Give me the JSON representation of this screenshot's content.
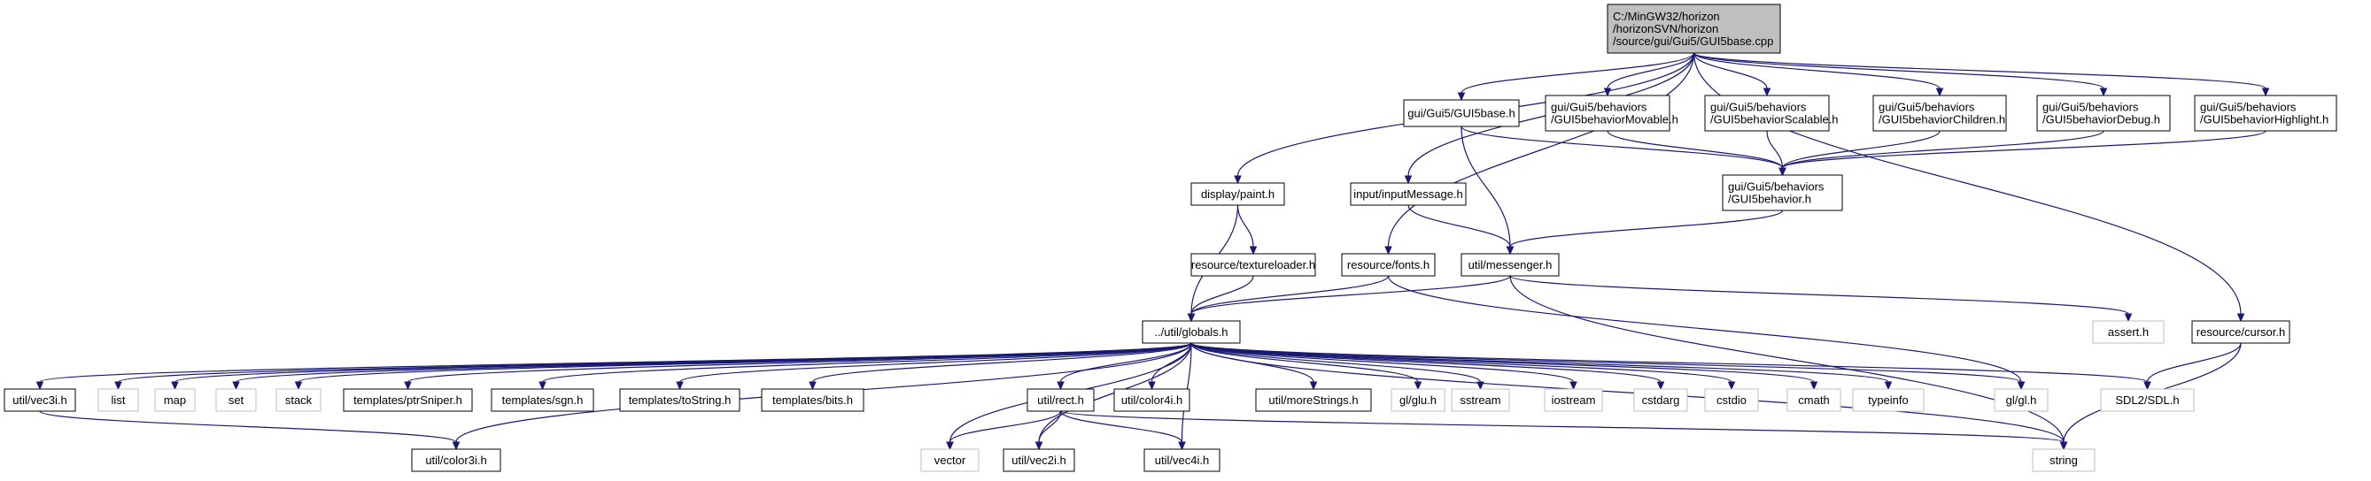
{
  "diagram": {
    "colors": {
      "edge": "#191970",
      "root_fill": "#bfbfbf",
      "header_border": "#000000",
      "external_border": "#bfbfbf",
      "node_fill": "#ffffff",
      "text": "#000000"
    },
    "nodes": [
      {
        "id": "root",
        "lines": [
          "C:/MinGW32/horizon",
          "/horizonSVN/horizon",
          "/source/gui/Gui5/GUI5base.cpp"
        ],
        "kind": "root"
      },
      {
        "id": "gui5base_h",
        "lines": [
          "gui/Gui5/GUI5base.h"
        ],
        "kind": "header"
      },
      {
        "id": "movable",
        "lines": [
          "gui/Gui5/behaviors",
          "/GUI5behaviorMovable.h"
        ],
        "kind": "header"
      },
      {
        "id": "scalable",
        "lines": [
          "gui/Gui5/behaviors",
          "/GUI5behaviorScalable.h"
        ],
        "kind": "header"
      },
      {
        "id": "children",
        "lines": [
          "gui/Gui5/behaviors",
          "/GUI5behaviorChildren.h"
        ],
        "kind": "header"
      },
      {
        "id": "debug",
        "lines": [
          "gui/Gui5/behaviors",
          "/GUI5behaviorDebug.h"
        ],
        "kind": "header"
      },
      {
        "id": "highlight",
        "lines": [
          "gui/Gui5/behaviors",
          "/GUI5behaviorHighlight.h"
        ],
        "kind": "header"
      },
      {
        "id": "behavior",
        "lines": [
          "gui/Gui5/behaviors",
          "/GUI5behavior.h"
        ],
        "kind": "header"
      },
      {
        "id": "paint",
        "lines": [
          "display/paint.h"
        ],
        "kind": "header"
      },
      {
        "id": "inputmsg",
        "lines": [
          "input/inputMessage.h"
        ],
        "kind": "header"
      },
      {
        "id": "texloader",
        "lines": [
          "resource/textureloader.h"
        ],
        "kind": "header"
      },
      {
        "id": "fonts",
        "lines": [
          "resource/fonts.h"
        ],
        "kind": "header"
      },
      {
        "id": "messenger",
        "lines": [
          "util/messenger.h"
        ],
        "kind": "header"
      },
      {
        "id": "assert",
        "lines": [
          "assert.h"
        ],
        "kind": "external"
      },
      {
        "id": "cursor",
        "lines": [
          "resource/cursor.h"
        ],
        "kind": "header"
      },
      {
        "id": "globals",
        "lines": [
          "../util/globals.h"
        ],
        "kind": "header"
      },
      {
        "id": "vec3i",
        "lines": [
          "util/vec3i.h"
        ],
        "kind": "header"
      },
      {
        "id": "list",
        "lines": [
          "list"
        ],
        "kind": "external"
      },
      {
        "id": "map",
        "lines": [
          "map"
        ],
        "kind": "external"
      },
      {
        "id": "set",
        "lines": [
          "set"
        ],
        "kind": "external"
      },
      {
        "id": "stack",
        "lines": [
          "stack"
        ],
        "kind": "external"
      },
      {
        "id": "ptrsniper",
        "lines": [
          "templates/ptrSniper.h"
        ],
        "kind": "header"
      },
      {
        "id": "sgn",
        "lines": [
          "templates/sgn.h"
        ],
        "kind": "header"
      },
      {
        "id": "tostring",
        "lines": [
          "templates/toString.h"
        ],
        "kind": "header"
      },
      {
        "id": "bits",
        "lines": [
          "templates/bits.h"
        ],
        "kind": "header"
      },
      {
        "id": "rect",
        "lines": [
          "util/rect.h"
        ],
        "kind": "header"
      },
      {
        "id": "color4i",
        "lines": [
          "util/color4i.h"
        ],
        "kind": "header"
      },
      {
        "id": "morestrings",
        "lines": [
          "util/moreStrings.h"
        ],
        "kind": "header"
      },
      {
        "id": "glu",
        "lines": [
          "gl/glu.h"
        ],
        "kind": "external"
      },
      {
        "id": "sstream",
        "lines": [
          "sstream"
        ],
        "kind": "external"
      },
      {
        "id": "iostream",
        "lines": [
          "iostream"
        ],
        "kind": "external"
      },
      {
        "id": "cstdarg",
        "lines": [
          "cstdarg"
        ],
        "kind": "external"
      },
      {
        "id": "cstdio",
        "lines": [
          "cstdio"
        ],
        "kind": "external"
      },
      {
        "id": "cmath",
        "lines": [
          "cmath"
        ],
        "kind": "external"
      },
      {
        "id": "typeinfo",
        "lines": [
          "typeinfo"
        ],
        "kind": "external"
      },
      {
        "id": "glh",
        "lines": [
          "gl/gl.h"
        ],
        "kind": "external"
      },
      {
        "id": "sdl",
        "lines": [
          "SDL2/SDL.h"
        ],
        "kind": "external"
      },
      {
        "id": "color3i",
        "lines": [
          "util/color3i.h"
        ],
        "kind": "header"
      },
      {
        "id": "vector",
        "lines": [
          "vector"
        ],
        "kind": "external"
      },
      {
        "id": "vec2i",
        "lines": [
          "util/vec2i.h"
        ],
        "kind": "header"
      },
      {
        "id": "vec4i",
        "lines": [
          "util/vec4i.h"
        ],
        "kind": "header"
      },
      {
        "id": "string",
        "lines": [
          "string"
        ],
        "kind": "external"
      }
    ],
    "edges": [
      [
        "root",
        "gui5base_h"
      ],
      [
        "root",
        "movable"
      ],
      [
        "root",
        "scalable"
      ],
      [
        "root",
        "children"
      ],
      [
        "root",
        "debug"
      ],
      [
        "root",
        "highlight"
      ],
      [
        "root",
        "paint"
      ],
      [
        "root",
        "inputmsg"
      ],
      [
        "root",
        "fonts"
      ],
      [
        "root",
        "cursor"
      ],
      [
        "gui5base_h",
        "behavior"
      ],
      [
        "gui5base_h",
        "messenger"
      ],
      [
        "movable",
        "behavior"
      ],
      [
        "scalable",
        "behavior"
      ],
      [
        "children",
        "behavior"
      ],
      [
        "debug",
        "behavior"
      ],
      [
        "highlight",
        "behavior"
      ],
      [
        "behavior",
        "messenger"
      ],
      [
        "paint",
        "texloader"
      ],
      [
        "paint",
        "globals"
      ],
      [
        "inputmsg",
        "messenger"
      ],
      [
        "texloader",
        "globals"
      ],
      [
        "fonts",
        "globals"
      ],
      [
        "fonts",
        "glh"
      ],
      [
        "messenger",
        "globals"
      ],
      [
        "messenger",
        "assert"
      ],
      [
        "messenger",
        "string"
      ],
      [
        "cursor",
        "sdl"
      ],
      [
        "cursor",
        "string"
      ],
      [
        "globals",
        "vec3i"
      ],
      [
        "globals",
        "list"
      ],
      [
        "globals",
        "map"
      ],
      [
        "globals",
        "set"
      ],
      [
        "globals",
        "stack"
      ],
      [
        "globals",
        "ptrsniper"
      ],
      [
        "globals",
        "sgn"
      ],
      [
        "globals",
        "tostring"
      ],
      [
        "globals",
        "bits"
      ],
      [
        "globals",
        "rect"
      ],
      [
        "globals",
        "color4i"
      ],
      [
        "globals",
        "morestrings"
      ],
      [
        "globals",
        "glu"
      ],
      [
        "globals",
        "sstream"
      ],
      [
        "globals",
        "iostream"
      ],
      [
        "globals",
        "cstdarg"
      ],
      [
        "globals",
        "cstdio"
      ],
      [
        "globals",
        "cmath"
      ],
      [
        "globals",
        "typeinfo"
      ],
      [
        "globals",
        "glh"
      ],
      [
        "globals",
        "sdl"
      ],
      [
        "globals",
        "color3i"
      ],
      [
        "globals",
        "vector"
      ],
      [
        "globals",
        "vec2i"
      ],
      [
        "globals",
        "vec4i"
      ],
      [
        "globals",
        "string"
      ],
      [
        "vec3i",
        "color3i"
      ],
      [
        "rect",
        "vector"
      ],
      [
        "rect",
        "vec2i"
      ],
      [
        "rect",
        "vec4i"
      ],
      [
        "rect",
        "string"
      ]
    ]
  }
}
